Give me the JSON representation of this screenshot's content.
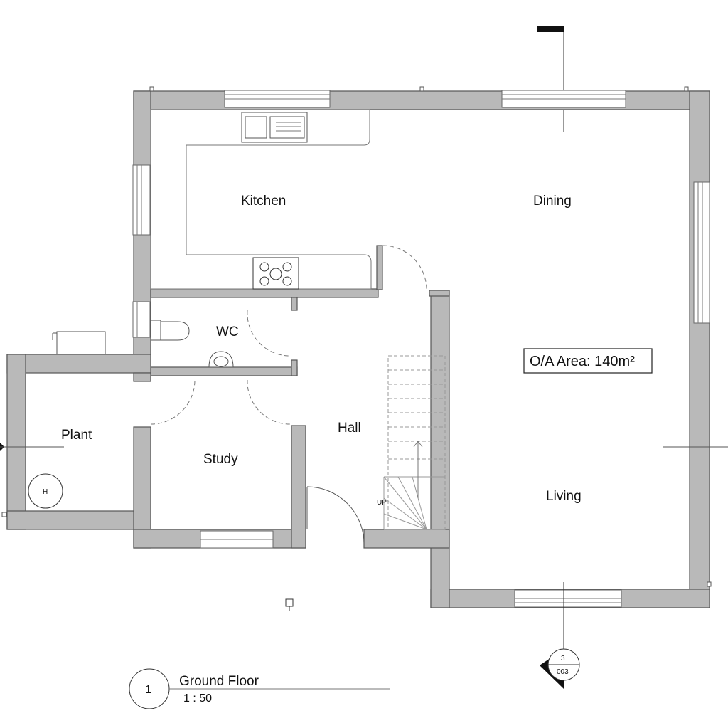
{
  "rooms": {
    "kitchen": "Kitchen",
    "dining": "Dining",
    "wc": "WC",
    "plant": "Plant",
    "study": "Study",
    "hall": "Hall",
    "living": "Living"
  },
  "area_label": "O/A Area: 140m²",
  "stair_up_label": "UP",
  "boiler_label": "H",
  "title_block": {
    "number": "1",
    "title": "Ground Floor",
    "scale": "1 : 50"
  },
  "section_marker": {
    "number": "3",
    "sheet": "003"
  }
}
